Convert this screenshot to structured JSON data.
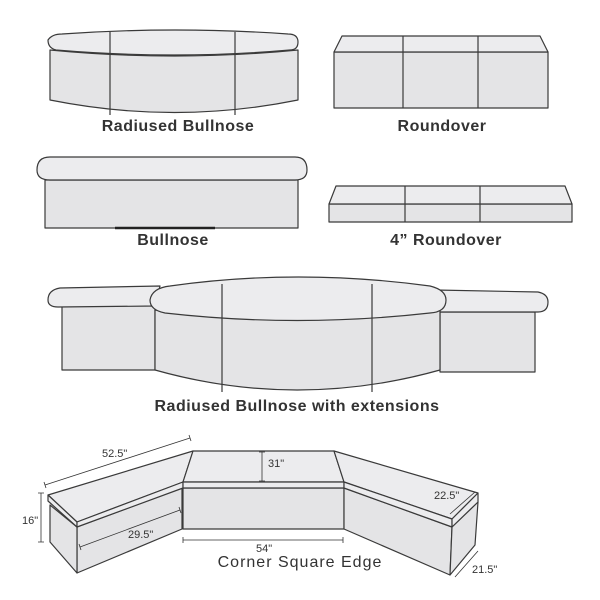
{
  "labels": {
    "radiused_bullnose": "Radiused Bullnose",
    "roundover": "Roundover",
    "bullnose": "Bullnose",
    "roundover_4in": "4” Roundover",
    "radiused_bullnose_ext": "Radiused Bullnose with extensions",
    "corner_square_edge": "Corner Square Edge"
  },
  "dimensions": {
    "back_length": "52.5\"",
    "height": "16\"",
    "inner_length": "29.5\"",
    "center_depth": "31\"",
    "center_width": "54\"",
    "end_top_depth": "22.5\"",
    "end_base_depth": "21.5\""
  },
  "colors": {
    "fill": "#e4e4e6",
    "stroke": "#3a3a3a",
    "text": "#333333"
  }
}
